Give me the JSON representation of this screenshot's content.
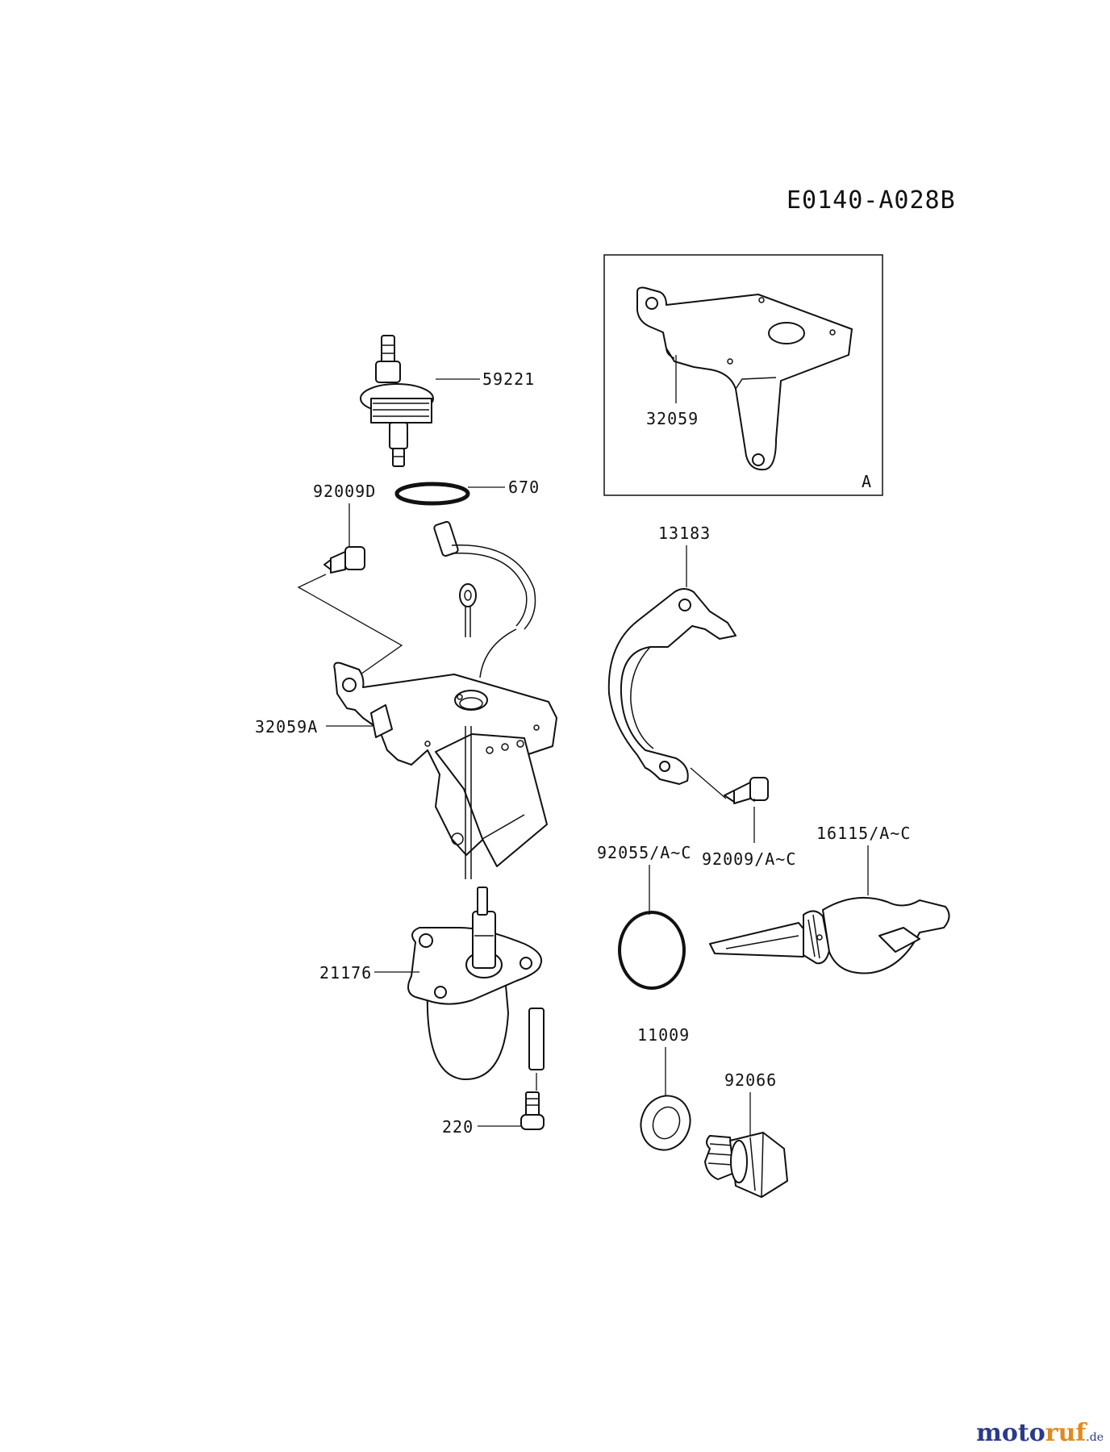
{
  "diagram_code": "E0140-A028B",
  "inset_label": "A",
  "parts": {
    "p59221": "59221",
    "p670": "670",
    "p92009D": "92009D",
    "p32059A": "32059A",
    "p32059": "32059",
    "p13183": "13183",
    "p92009_AC": "92009/A~C",
    "p92055_AC": "92055/A~C",
    "p16115_AC": "16115/A~C",
    "p21176": "21176",
    "p220": "220",
    "p11009": "11009",
    "p92066": "92066"
  },
  "watermark": {
    "part1": "moto",
    "part2": "ruf",
    "suffix": ".de"
  }
}
